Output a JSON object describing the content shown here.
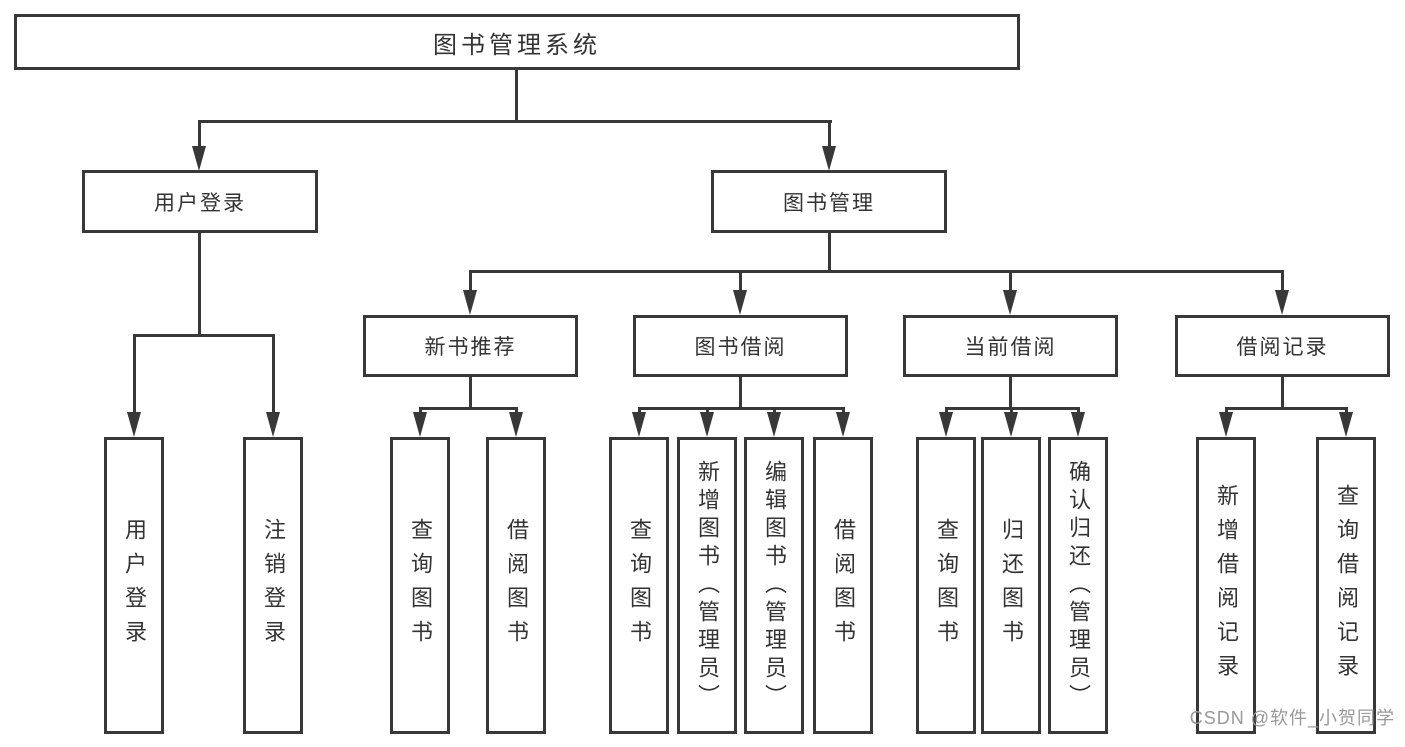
{
  "diagram": {
    "title": "图书管理系统",
    "watermark": "CSDN @软件_小贺同学",
    "colors": {
      "line": "#383838",
      "text": "#333333",
      "box_bg": "#ffffff",
      "watermark": "#999999"
    }
  },
  "nodes": {
    "root": {
      "label": "图书管理系统"
    },
    "user_login": {
      "label": "用户登录"
    },
    "book_mgmt": {
      "label": "图书管理"
    },
    "new_recommend": {
      "label": "新书推荐"
    },
    "book_borrow": {
      "label": "图书借阅"
    },
    "current_borrow": {
      "label": "当前借阅"
    },
    "borrow_records": {
      "label": "借阅记录"
    },
    "leaf_user_login": {
      "label": "用户登录"
    },
    "leaf_logout": {
      "label": "注销登录"
    },
    "leaf_nr_query": {
      "label": "查询图书"
    },
    "leaf_nr_borrow": {
      "label": "借阅图书"
    },
    "leaf_bb_query": {
      "label": "查询图书"
    },
    "leaf_bb_add": {
      "label": "新增图书（管理员）"
    },
    "leaf_bb_edit": {
      "label": "编辑图书（管理员）"
    },
    "leaf_bb_borrow": {
      "label": "借阅图书"
    },
    "leaf_cb_query": {
      "label": "查询图书"
    },
    "leaf_cb_return": {
      "label": "归还图书"
    },
    "leaf_cb_confirm": {
      "label": "确认归还（管理员）"
    },
    "leaf_br_add": {
      "label": "新增借阅记录"
    },
    "leaf_br_query": {
      "label": "查询借阅记录"
    }
  },
  "hierarchy": {
    "图书管理系统": [
      "用户登录",
      "图书管理"
    ],
    "用户登录": [
      "用户登录",
      "注销登录"
    ],
    "图书管理": [
      "新书推荐",
      "图书借阅",
      "当前借阅",
      "借阅记录"
    ],
    "新书推荐": [
      "查询图书",
      "借阅图书"
    ],
    "图书借阅": [
      "查询图书",
      "新增图书（管理员）",
      "编辑图书（管理员）",
      "借阅图书"
    ],
    "当前借阅": [
      "查询图书",
      "归还图书",
      "确认归还（管理员）"
    ],
    "借阅记录": [
      "新增借阅记录",
      "查询借阅记录"
    ]
  }
}
